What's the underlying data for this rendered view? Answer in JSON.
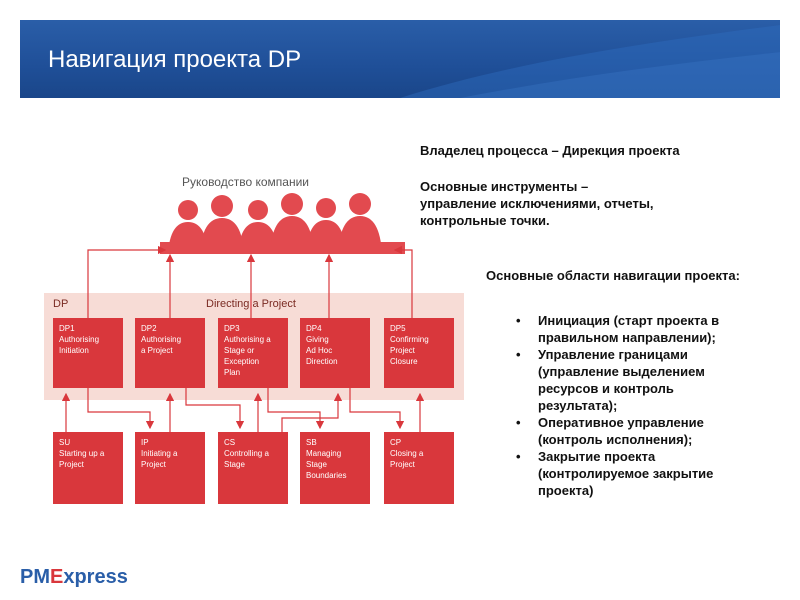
{
  "header": {
    "title": "Навигация проекта DP"
  },
  "diagram": {
    "management_label": "Руководство компании",
    "band_tag": "DP",
    "band_name": "Directing a Project",
    "dp_boxes": [
      {
        "code": "DP1",
        "text": "DP1\nAuthorising\nInitiation"
      },
      {
        "code": "DP2",
        "text": "DP2\nAuthorising\na Project"
      },
      {
        "code": "DP3",
        "text": "DP3\nAuthorising a\nStage or\nException\nPlan"
      },
      {
        "code": "DP4",
        "text": "DP4\nGiving\nAd Hoc\nDirection"
      },
      {
        "code": "DP5",
        "text": "DP5\nConfirming\nProject\nClosure"
      }
    ],
    "process_boxes": [
      {
        "code": "SU",
        "text": "SU\nStarting up a\nProject"
      },
      {
        "code": "IP",
        "text": "IP\nInitiating a\nProject"
      },
      {
        "code": "CS",
        "text": "CS\nControlling a\nStage"
      },
      {
        "code": "SB",
        "text": "SB\nManaging\nStage\nBoundaries"
      },
      {
        "code": "CP",
        "text": "CP\nClosing a\nProject"
      }
    ],
    "colors": {
      "box": "#d9373c",
      "band": "#f7dcd6",
      "arrow": "#d9373c"
    }
  },
  "right_panel": {
    "owner": "Владелец процесса – Дирекция проекта",
    "tools": "Основные инструменты –\nуправление исключениями, отчеты,\nконтрольные точки.",
    "areas_title": "Основные области навигации проекта:",
    "bullets": [
      "Инициация (старт проекта в\nправильном направлении);",
      "Управление границами\n(управление выделением\nресурсов и контроль\nрезультата);",
      "Оперативное управление\n(контроль исполнения);",
      "Закрытие проекта\n(контролируемое закрытие\nпроекта)"
    ]
  },
  "footer": {
    "logo_left": "PM",
    "logo_mid": "E",
    "logo_right": "xpress"
  },
  "colors": {
    "header": "#2a5ea8",
    "accent": "#d9373c"
  }
}
